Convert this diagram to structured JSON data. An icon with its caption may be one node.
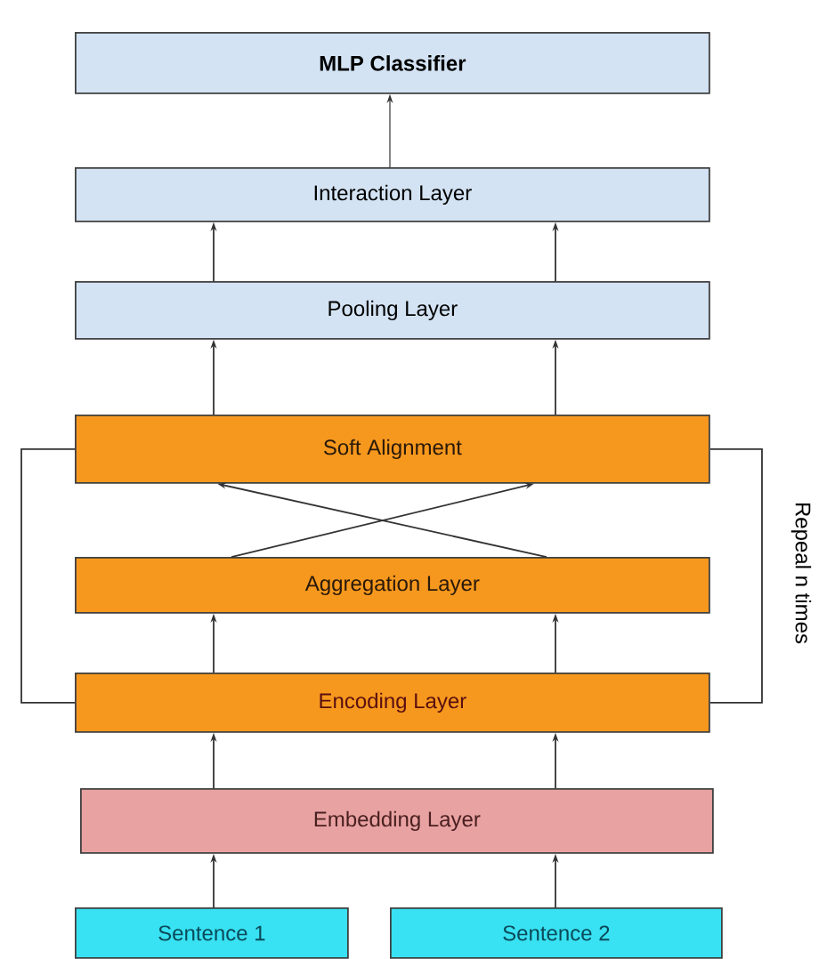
{
  "diagram": {
    "nodes": [
      {
        "text": [
          "MLP Classifier"
        ]
      },
      {
        "text": [
          "Interaction Layer"
        ]
      },
      {
        "text": [
          "Pooling Layer"
        ]
      },
      {
        "text": [
          "Soft Alignment"
        ]
      },
      {
        "text": [
          "Aggregation Layer"
        ]
      },
      {
        "text": [
          "Encoding Layer"
        ]
      },
      {
        "text": [
          "Embedding Layer"
        ]
      },
      {
        "text": [
          "Sentence 1"
        ]
      },
      {
        "text": [
          "Sentence 2"
        ]
      }
    ],
    "edges": [
      {
        "from": 1,
        "to": 0,
        "arrow": "to"
      },
      {
        "from": 2,
        "to": 1,
        "arrow": "to"
      },
      {
        "from": 2,
        "to": 1,
        "arrow": "to"
      },
      {
        "from": 3,
        "to": 2,
        "arrow": "to"
      },
      {
        "from": 3,
        "to": 2,
        "arrow": "to"
      },
      {
        "from": 4,
        "to": 3,
        "arrow": "to"
      },
      {
        "from": 4,
        "to": 3,
        "arrow": "to"
      },
      {
        "from": 5,
        "to": 4,
        "arrow": "to"
      },
      {
        "from": 5,
        "to": 4,
        "arrow": "to"
      },
      {
        "from": 6,
        "to": 5,
        "arrow": "to"
      },
      {
        "from": 6,
        "to": 5,
        "arrow": "to"
      },
      {
        "from": 7,
        "to": 6,
        "arrow": "to"
      },
      {
        "from": 8,
        "to": 6,
        "arrow": "to"
      },
      {
        "from": 5,
        "to": 3,
        "arrow": "none"
      },
      {
        "from": 5,
        "to": 3,
        "arrow": "none"
      }
    ],
    "labels": [
      "Repeal n times"
    ]
  }
}
